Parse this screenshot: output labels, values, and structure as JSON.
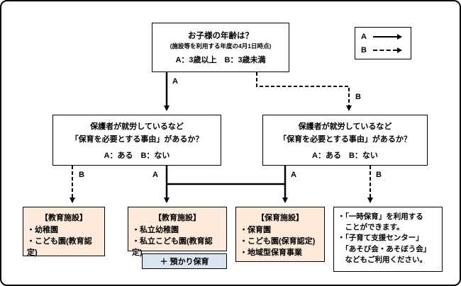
{
  "top_box": {
    "title": "お子様の年齢は？",
    "subtitle": "(施設等を利用する年度の4月1日時点)",
    "options": "A：3歳以上　B：3歳未満"
  },
  "legend": {
    "solid_label": "A",
    "dashed_label": "B"
  },
  "questions": {
    "left": {
      "line1": "保護者が就労しているなど",
      "line2": "「保育を必要とする事由」があるか？",
      "options": "A：ある　B：ない"
    },
    "right": {
      "line1": "保護者が就労しているなど",
      "line2": "「保育を必要とする事由」があるか？",
      "options": "A：ある　B：ない"
    }
  },
  "arrows": {
    "top_a": "A",
    "top_b": "B",
    "left_b": "B",
    "left_a": "A",
    "right_a": "A",
    "right_b": "B"
  },
  "results": {
    "edu_public": {
      "title": "【教育施設】",
      "items": [
        "・幼稚園",
        "・こども園(教育認定)"
      ]
    },
    "edu_private": {
      "title": "【教育施設】",
      "items": [
        "・私立幼稚園",
        "・私立こども園(教育認定)"
      ],
      "addon": "＋ 預かり保育"
    },
    "care": {
      "title": "【保育施設】",
      "items": [
        "・保育園",
        "・こども園(保育認定)",
        "・地域型保育事業"
      ]
    },
    "other": {
      "lines": [
        "・「一時保育」を利用する",
        "　ことができます。",
        "・「子育て支援センター」",
        "　「あそび会・あそぼう会」",
        "　などもご利用ください。"
      ]
    }
  },
  "colors": {
    "cream": "#fdeada",
    "blue": "#dbe5f1",
    "line": "#000000"
  }
}
